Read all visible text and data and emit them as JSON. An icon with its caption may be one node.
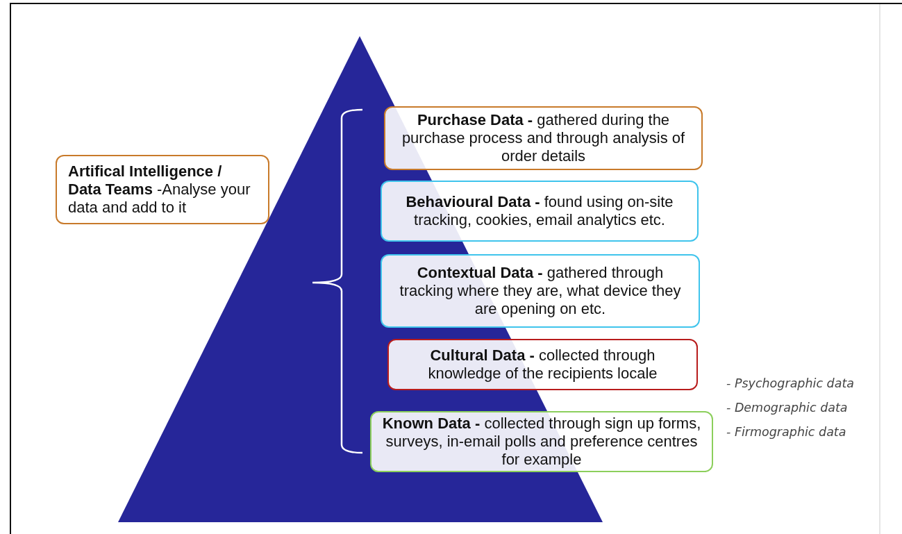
{
  "diagram": {
    "nodes": [
      {
        "text": [
          "**Artifical Intelligence / Data Teams** -Analyse your data and add to it"
        ]
      },
      {
        "text": [
          "**Purchase Data -** gathered during the purchase process and through analysis of order details"
        ]
      },
      {
        "text": [
          "**Behavioural Data -** found using on-site tracking, cookies, email analytics etc."
        ]
      },
      {
        "text": [
          "**Contextual Data -** gathered through tracking where they are, what device they are opening on etc."
        ]
      },
      {
        "text": [
          "**Cultural Data -** collected through knowledge of the recipients locale"
        ]
      },
      {
        "text": [
          "**Known Data -** collected through sign up forms, surveys, in-email polls and preference centres for example"
        ]
      }
    ],
    "edges": [],
    "labels": [
      "- Psychographic data",
      "- Demographic data",
      "- Firmographic data"
    ]
  }
}
